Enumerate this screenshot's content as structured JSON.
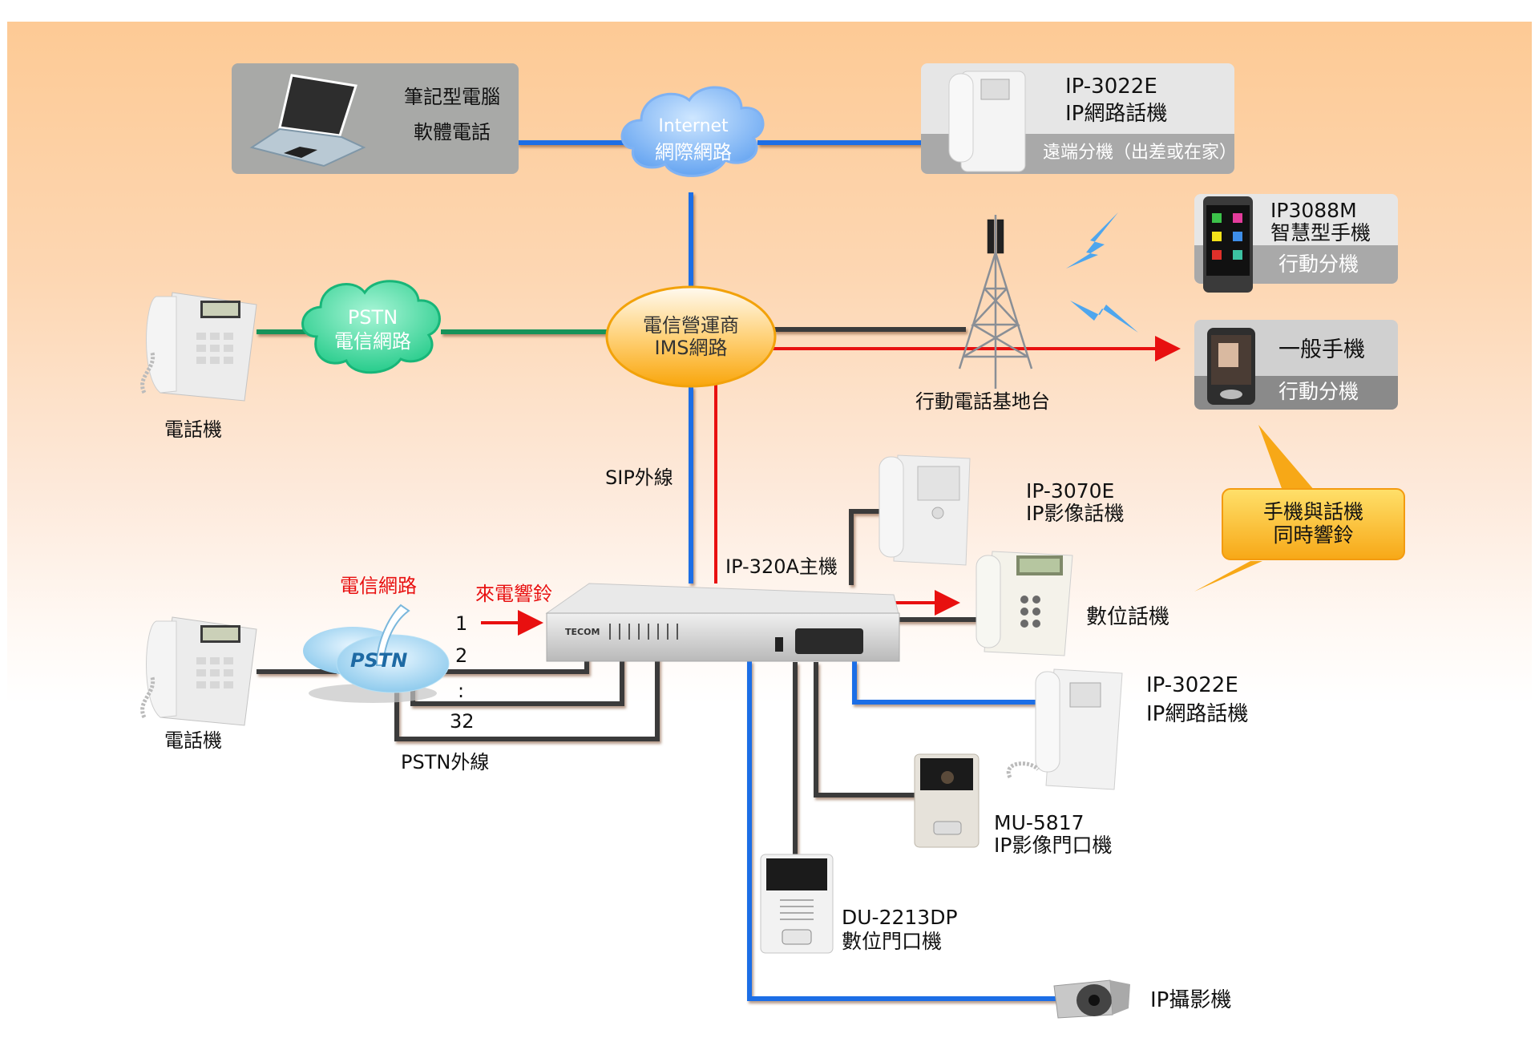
{
  "colors": {
    "ip_line": "#1a6ee6",
    "pstn_line": "#16935a",
    "analog_line": "#3b3b3b",
    "ring_line": "#e81010",
    "bg_top": "#fdca95"
  },
  "laptop": {
    "title": "筆記型電腦",
    "subtitle": "軟體電話"
  },
  "internet_cloud": {
    "line1": "Internet",
    "line2": "網際網路"
  },
  "remote_phone": {
    "model": "IP-3022E",
    "type": "IP網路話機",
    "caption": "遠端分機（出差或在家）"
  },
  "smartphone": {
    "model": "IP3088M",
    "type": "智慧型手機",
    "caption": "行動分機"
  },
  "mobile_phone": {
    "type": "一般手機",
    "caption": "行動分機"
  },
  "pstn_cloud": {
    "line1": "PSTN",
    "line2": "電信網路"
  },
  "ims": {
    "line1": "電信營運商",
    "line2": "IMS網路"
  },
  "tower": {
    "label": "行動電話基地台"
  },
  "phone_top": {
    "label": "電話機"
  },
  "phone_bottom": {
    "label": "電話機"
  },
  "sip_label": "SIP外線",
  "pbx": {
    "label": "IP-320A主機",
    "brand": "TECOM"
  },
  "pstn_local": {
    "network_label": "電信網路",
    "cloud_text": "PSTN",
    "ring_label": "來電響鈴",
    "trunk_label": "PSTN外線",
    "lines": [
      "1",
      "2",
      ":",
      "32"
    ]
  },
  "ip3070": {
    "model": "IP-3070E",
    "type": "IP影像話機"
  },
  "digital_phone": {
    "type": "數位話機"
  },
  "callout": {
    "line1": "手機與話機",
    "line2": "同時響鈴"
  },
  "ip3022_local": {
    "model": "IP-3022E",
    "type": "IP網路話機"
  },
  "mu5817": {
    "model": "MU-5817",
    "type": "IP影像門口機"
  },
  "du2213": {
    "model": "DU-2213DP",
    "type": "數位門口機"
  },
  "ipcam": {
    "type": "IP攝影機"
  }
}
